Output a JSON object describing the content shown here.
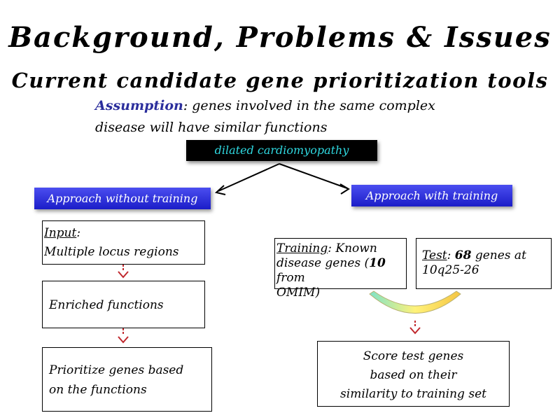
{
  "title": "Background, Problems & Issues",
  "subtitle": "Current candidate gene prioritization tools",
  "assumption": {
    "label": "Assumption",
    "text_line1": ": genes involved in the same complex",
    "text_line2": "disease will have similar functions"
  },
  "root": "dilated cardiomyopathy",
  "left": {
    "header": "Approach without training",
    "input_label": "Input",
    "input_colon": ":",
    "input_text": "Multiple locus regions",
    "step2": "Enriched functions",
    "step3_line1": "Prioritize genes based",
    "step3_line2": "on the functions"
  },
  "right": {
    "header": "Approach with training",
    "training_label": "Training",
    "training_text1": ": Known",
    "training_text2": "disease genes (",
    "training_num": "10",
    "training_text3": " from",
    "training_text4": "OMIM)",
    "test_label": "Test",
    "test_colon": ": ",
    "test_num": "68",
    "test_text1": " genes at",
    "test_text2": "10q25-26",
    "result_line1": "Score test genes",
    "result_line2": "based on their",
    "result_line3": "similarity to training set"
  },
  "colors": {
    "assumption_label": "#2b2e9c",
    "root_text": "#2fd8e0",
    "header_bg": "#2a2dd8",
    "arrow_red": "#c0282d"
  }
}
